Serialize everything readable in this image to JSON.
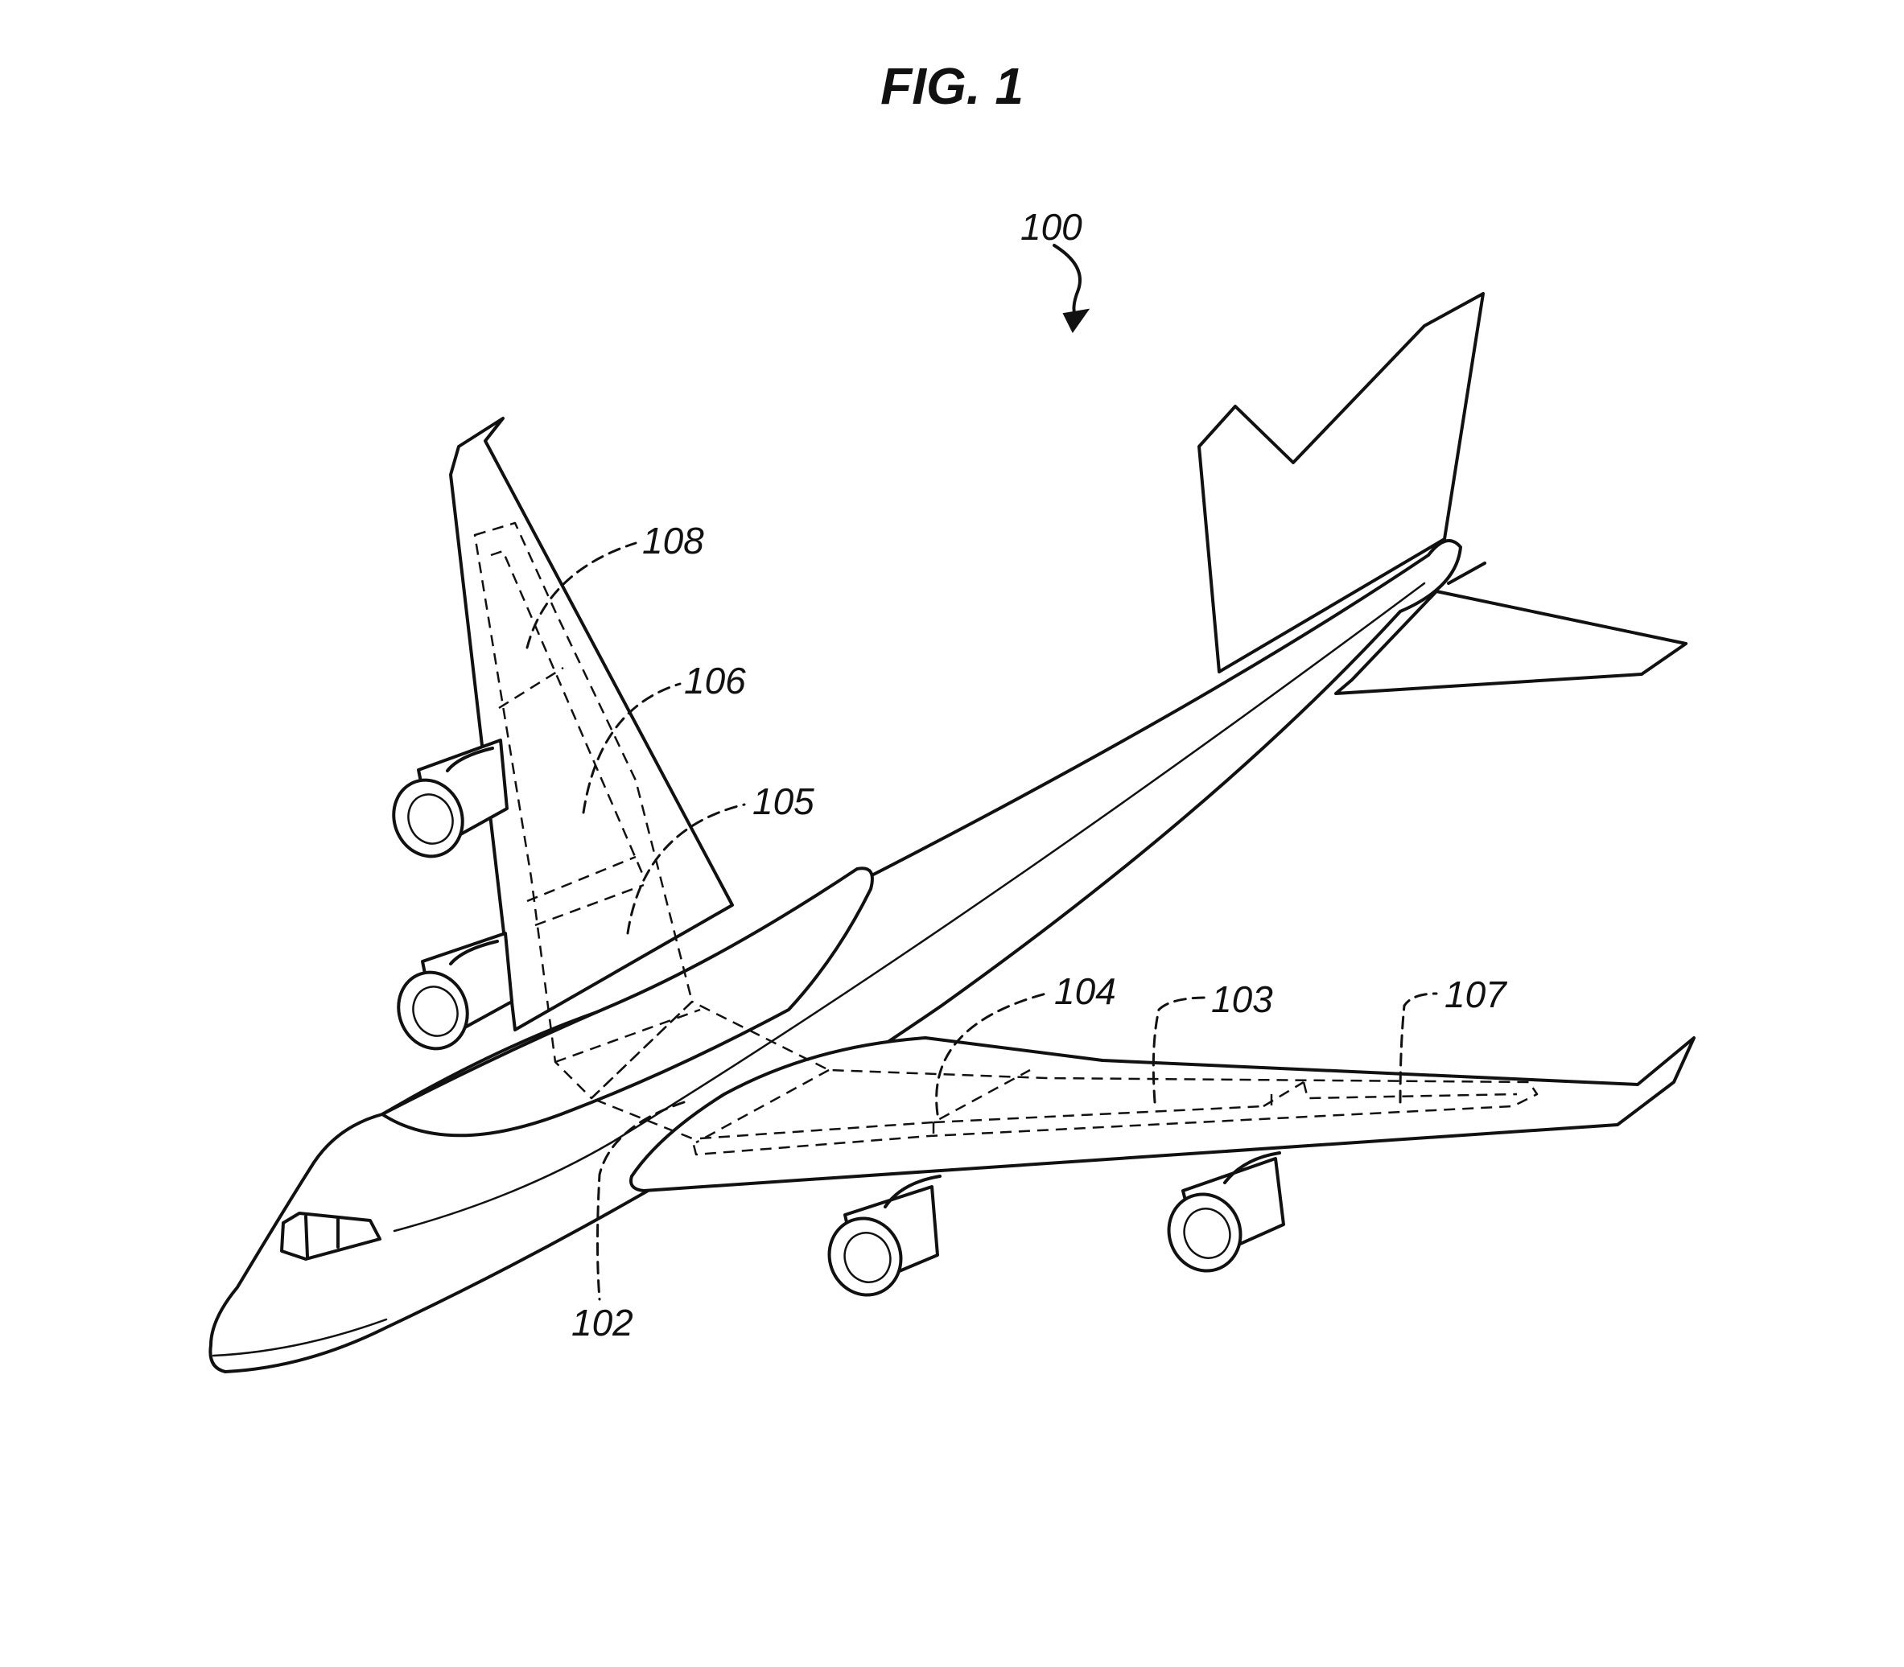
{
  "figure": {
    "title": "FIG. 1",
    "labels": {
      "aircraft": "100",
      "fuselage": "102",
      "wing_right": "103",
      "center_section": "104",
      "inboard_left": "105",
      "mid_left": "106",
      "tip_right": "107",
      "tip_left": "108"
    }
  }
}
